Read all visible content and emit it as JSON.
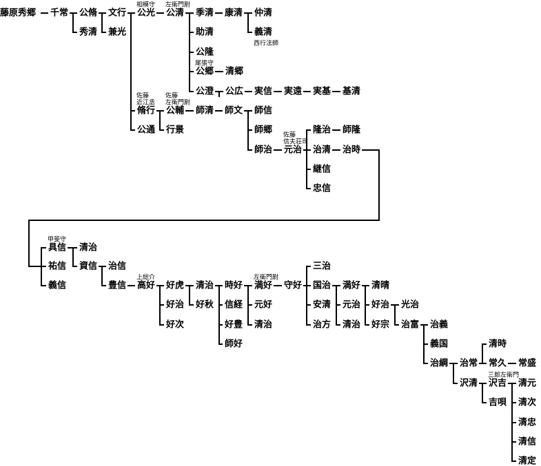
{
  "diagram": {
    "nodes": [
      {
        "id": "hidesato",
        "name": "藤原秀郷"
      },
      {
        "id": "chitsune",
        "name": "千常"
      },
      {
        "id": "kinosu",
        "name": "公脩"
      },
      {
        "id": "hidekiyo",
        "name": "秀清"
      },
      {
        "id": "fumiyuki",
        "name": "文行"
      },
      {
        "id": "kanemitsu",
        "name": "兼光"
      },
      {
        "id": "kinmitsu",
        "name": "公光",
        "title": "相模守"
      },
      {
        "id": "kinkiyo",
        "name": "公清",
        "title": "左衛門尉"
      },
      {
        "id": "suekiyo",
        "name": "季清"
      },
      {
        "id": "yasukiyo",
        "name": "康清"
      },
      {
        "id": "nakakiyo",
        "name": "仲清"
      },
      {
        "id": "norikiyo",
        "name": "義清",
        "note": "西行法師"
      },
      {
        "id": "sukekiyo",
        "name": "助清"
      },
      {
        "id": "kintaka",
        "name": "公隆"
      },
      {
        "id": "kinsato",
        "name": "公郷",
        "title": "尾張守"
      },
      {
        "id": "kiyosato",
        "name": "清郷"
      },
      {
        "id": "kinzumi",
        "name": "公澄"
      },
      {
        "id": "kinhiro",
        "name": "公広"
      },
      {
        "id": "sanenobu",
        "name": "実信"
      },
      {
        "id": "sanetoo",
        "name": "実遠"
      },
      {
        "id": "sanemoto",
        "name": "実基"
      },
      {
        "id": "motokiyo",
        "name": "基清"
      },
      {
        "id": "sukeyuki",
        "name": "脩行",
        "title": "佐藤\n近江丞"
      },
      {
        "id": "kinsuke",
        "name": "公輔",
        "title": "佐藤\n左衛門尉"
      },
      {
        "id": "morokiyo",
        "name": "師清"
      },
      {
        "id": "morofumi",
        "name": "師文"
      },
      {
        "id": "moronobu",
        "name": "師信"
      },
      {
        "id": "morosato",
        "name": "師郷"
      },
      {
        "id": "moroharu",
        "name": "師治"
      },
      {
        "id": "motoharu",
        "name": "元治",
        "title": "佐藤\n信夫荘司"
      },
      {
        "id": "takaharu",
        "name": "隆治"
      },
      {
        "id": "morotaka",
        "name": "師隆"
      },
      {
        "id": "harukiyo",
        "name": "治清"
      },
      {
        "id": "harutoki",
        "name": "治時"
      },
      {
        "id": "tsugunobu",
        "name": "継信"
      },
      {
        "id": "tadanobu",
        "name": "忠信"
      },
      {
        "id": "kinmichi",
        "name": "公通"
      },
      {
        "id": "yukikage",
        "name": "行景"
      },
      {
        "id": "tomonobu",
        "name": "具信",
        "title": "甲斐守"
      },
      {
        "id": "sukenobu",
        "name": "祐信"
      },
      {
        "id": "yoshinobu",
        "name": "義信"
      },
      {
        "id": "kiyoharu1",
        "name": "清治"
      },
      {
        "id": "sukenobu2",
        "name": "資信"
      },
      {
        "id": "harunobu",
        "name": "治信"
      },
      {
        "id": "toyonobu",
        "name": "豊信"
      },
      {
        "id": "takayoshi",
        "name": "高好",
        "title": "上総介"
      },
      {
        "id": "yoshitora",
        "name": "好虎"
      },
      {
        "id": "yoshiharu",
        "name": "好治"
      },
      {
        "id": "yoshitsugu",
        "name": "好次"
      },
      {
        "id": "kiyoharu2",
        "name": "清治"
      },
      {
        "id": "yoshiaki",
        "name": "好秋"
      },
      {
        "id": "tokiyoshi",
        "name": "時好"
      },
      {
        "id": "nobutsune",
        "name": "信経"
      },
      {
        "id": "yoshitoyo",
        "name": "好豊"
      },
      {
        "id": "moroyoshi",
        "name": "師好"
      },
      {
        "id": "mitsuyoshi",
        "name": "満好",
        "title": "左衛門尉"
      },
      {
        "id": "motoyoshi",
        "name": "元好"
      },
      {
        "id": "kiyoharu3",
        "name": "清治"
      },
      {
        "id": "moriyoshi",
        "name": "守好"
      },
      {
        "id": "sanji",
        "name": "三治"
      },
      {
        "id": "kuniharu",
        "name": "国治"
      },
      {
        "id": "yasukiyo2",
        "name": "安清"
      },
      {
        "id": "harukata",
        "name": "治方"
      },
      {
        "id": "mitsuyoshi2",
        "name": "満好"
      },
      {
        "id": "motoharu2",
        "name": "元治"
      },
      {
        "id": "kiyoharu4",
        "name": "清治"
      },
      {
        "id": "kiyoharu5",
        "name": "清晴"
      },
      {
        "id": "yoshiharu2",
        "name": "好治"
      },
      {
        "id": "yoshimune",
        "name": "好宗"
      },
      {
        "id": "mitsuharu",
        "name": "光治"
      },
      {
        "id": "harutomi",
        "name": "治富"
      },
      {
        "id": "haruyoshi",
        "name": "治義"
      },
      {
        "id": "yoshikuni",
        "name": "義国"
      },
      {
        "id": "harutsuna",
        "name": "治綱"
      },
      {
        "id": "harutsune",
        "name": "治常"
      },
      {
        "id": "sawakiyo",
        "name": "沢清"
      },
      {
        "id": "kiyotoki",
        "name": "清時"
      },
      {
        "id": "tsunehisa",
        "name": "常久"
      },
      {
        "id": "tsunemori",
        "name": "常盛"
      },
      {
        "id": "sawayoshi",
        "name": "沢吉",
        "title": "三郎左衛門"
      },
      {
        "id": "yoshinori",
        "name": "吉唄"
      },
      {
        "id": "kiyomoto",
        "name": "清元"
      },
      {
        "id": "kiyotsugu",
        "name": "清次"
      },
      {
        "id": "kiyotada",
        "name": "清忠"
      },
      {
        "id": "kiyonobu",
        "name": "清信"
      },
      {
        "id": "kiyosada",
        "name": "清定"
      }
    ]
  }
}
